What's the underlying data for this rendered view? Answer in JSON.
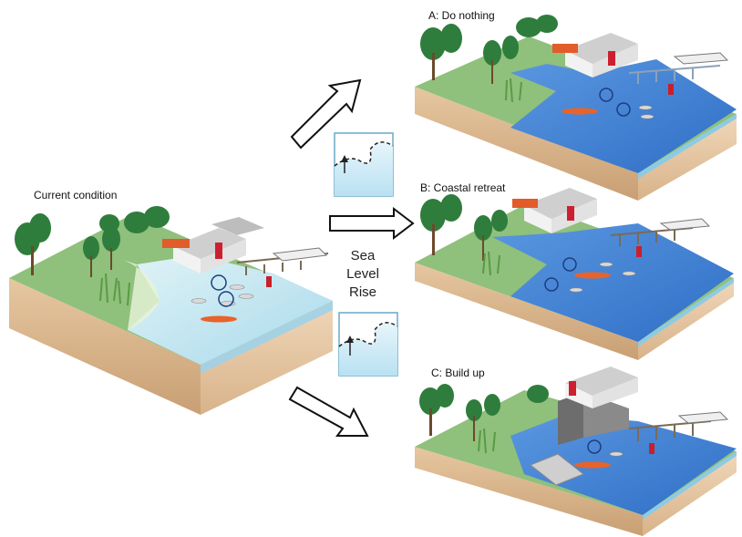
{
  "labels": {
    "current": "Current condition",
    "scenario_a": "A: Do nothing",
    "scenario_b": "B: Coastal retreat",
    "scenario_c": "C: Build up"
  },
  "center": {
    "line1": "Sea",
    "line2": "Level",
    "line3": "Rise"
  },
  "colors": {
    "water": "#3f7fd6",
    "water_light": "#b7e1f0",
    "grass": "#8dbf7a",
    "soil": "#e3c4a0",
    "tree": "#2f7d3c",
    "arrow_stroke": "#111111"
  }
}
